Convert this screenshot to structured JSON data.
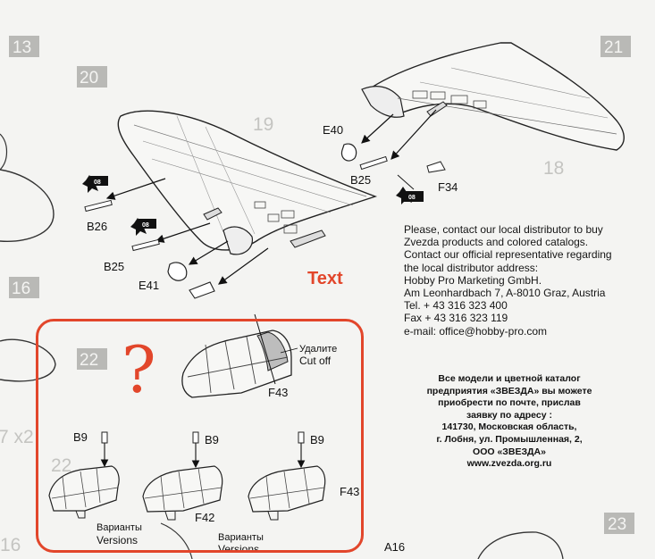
{
  "page": {
    "step_numbers": {
      "s13": "13",
      "s20": "20",
      "s21": "21",
      "s16": "16",
      "s22": "22",
      "s23": "23"
    },
    "ghost_labels": {
      "g19": "19",
      "g18": "18",
      "g22": "22",
      "g16": "16",
      "gx2": "7 x2"
    }
  },
  "parts": {
    "e40": "E40",
    "b25_top": "B25",
    "f34": "F34",
    "b26": "B26",
    "b25": "B25",
    "e41": "E41",
    "badge": "08",
    "f43_top": "F43",
    "f43_bottom": "F43",
    "f42": "F42",
    "b9_a": "B9",
    "b9_b": "B9",
    "b9_c": "B9",
    "a16": "A16"
  },
  "cutoff": {
    "ru": "Удалите",
    "en": "Cut off"
  },
  "variants": [
    {
      "ru": "Варианты",
      "en": "Versions"
    },
    {
      "ru": "Варианты",
      "en": "Versions"
    }
  ],
  "info": {
    "line1": "Please, contact our local distributor to buy Zvezda products and colored catalogs.",
    "line2": "Contact our official representative regarding the local distributor address:",
    "company": "Hobby Pro Marketing GmbH.",
    "address": "Am Leonhardbach 7, A-8010 Graz, Austria",
    "tel": "Tel. + 43 316 323 400",
    "fax": "Fax + 43 316 323 119",
    "email": "e-mail: office@hobby-pro.com"
  },
  "russian": {
    "l1": "Все модели и цветной каталог",
    "l2": "предприятия «ЗВЕЗДА» вы можете",
    "l3": "приобрести по почте, прислав",
    "l4": "заявку по адресу :",
    "l5": "141730, Московская область,",
    "l6": "г. Лобня, ул. Промышленная, 2,",
    "l7": "ООО «ЗВЕЗДА»",
    "l8": "www.zvezda.org.ru"
  },
  "annotation": {
    "text": "Text",
    "question": "?",
    "color": "#e2462b"
  }
}
